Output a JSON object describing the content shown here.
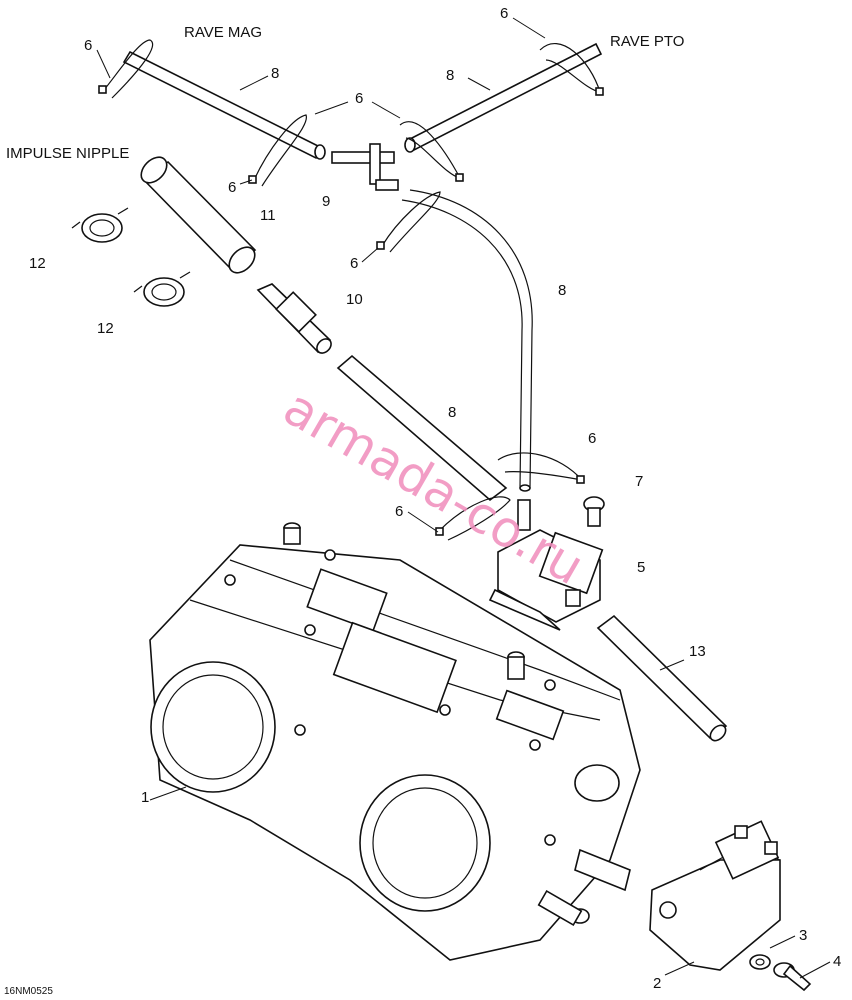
{
  "labels": {
    "rave_mag": "RAVE MAG",
    "rave_pto": "RAVE PTO",
    "impulse_nipple": "IMPULSE NIPPLE",
    "figure_code": "16NM0525",
    "watermark": "armada-co.ru"
  },
  "callouts": [
    {
      "id": "c1",
      "text": "1"
    },
    {
      "id": "c2",
      "text": "2"
    },
    {
      "id": "c3",
      "text": "3"
    },
    {
      "id": "c4",
      "text": "4"
    },
    {
      "id": "c5",
      "text": "5"
    },
    {
      "id": "c6a",
      "text": "6"
    },
    {
      "id": "c6b",
      "text": "6"
    },
    {
      "id": "c6c",
      "text": "6"
    },
    {
      "id": "c6d",
      "text": "6"
    },
    {
      "id": "c6e",
      "text": "6"
    },
    {
      "id": "c6f",
      "text": "6"
    },
    {
      "id": "c6g",
      "text": "6"
    },
    {
      "id": "c7",
      "text": "7"
    },
    {
      "id": "c8a",
      "text": "8"
    },
    {
      "id": "c8b",
      "text": "8"
    },
    {
      "id": "c8c",
      "text": "8"
    },
    {
      "id": "c8d",
      "text": "8"
    },
    {
      "id": "c9",
      "text": "9"
    },
    {
      "id": "c10",
      "text": "10"
    },
    {
      "id": "c11",
      "text": "11"
    },
    {
      "id": "c12a",
      "text": "12"
    },
    {
      "id": "c12b",
      "text": "12"
    },
    {
      "id": "c13",
      "text": "13"
    }
  ]
}
